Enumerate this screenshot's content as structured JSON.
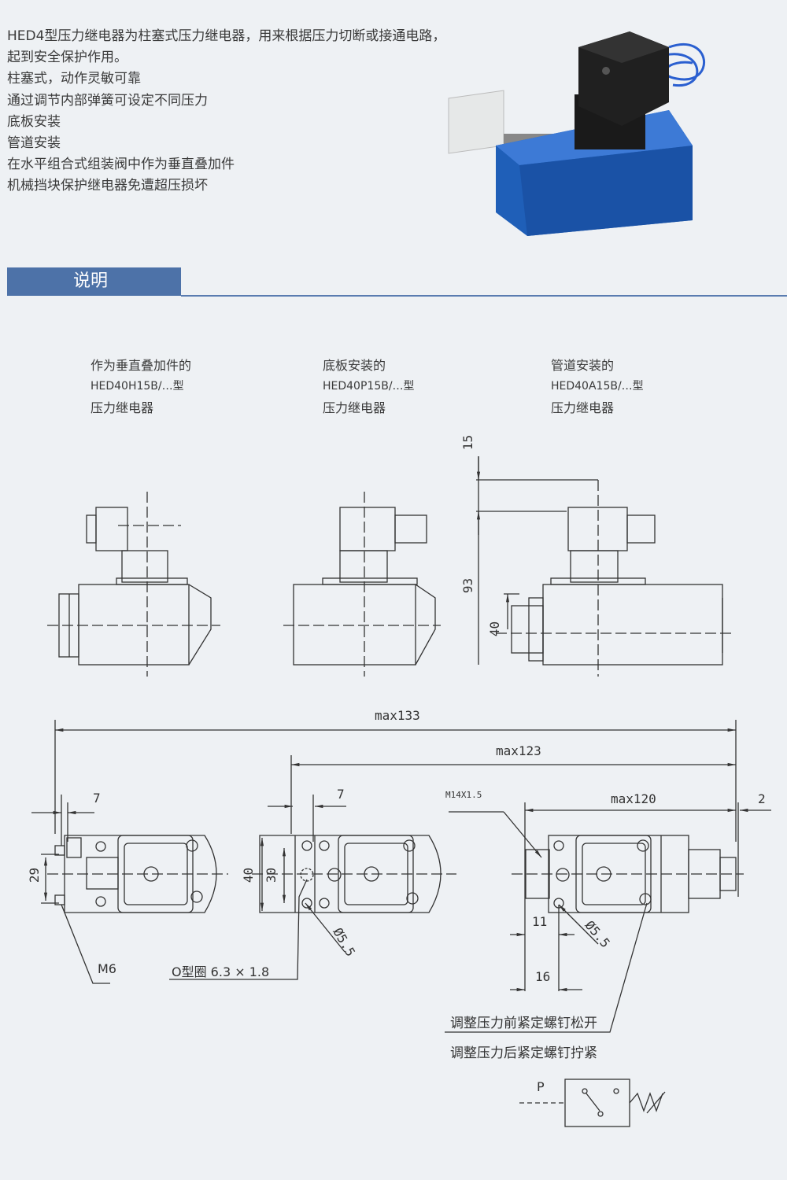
{
  "features": [
    "HED4型压力继电器为柱塞式压力继电器，用来根据压力切断或接通电路，",
    "起到安全保护作用。",
    "柱塞式，动作灵敏可靠",
    "通过调节内部弹簧可设定不同压力",
    "底板安装",
    "管道安装",
    "在水平组合式组装阀中作为垂直叠加件",
    "机械挡块保护继电器免遭超压损坏"
  ],
  "section_title": "说明",
  "variants": [
    {
      "line1": "作为垂直叠加件的",
      "model": "HED40H15B/…型",
      "line3": "压力继电器"
    },
    {
      "line1": "底板安装的",
      "model": "HED40P15B/…型",
      "line3": "压力继电器"
    },
    {
      "line1": "管道安装的",
      "model": "HED40A15B/…型",
      "line3": "压力继电器"
    }
  ],
  "dimensions": {
    "d15": "15",
    "d93": "93",
    "d40_side": "40",
    "max133": "max133",
    "max123": "max123",
    "max120": "max120",
    "d2": "2",
    "d7_a": "7",
    "d7_b": "7",
    "d29": "29",
    "d40": "40",
    "d30": "30",
    "dia_a": "Ø5.5",
    "dia_b": "Ø5.5",
    "thread": "M14X1.5",
    "d11": "11",
    "d16": "16"
  },
  "labels": {
    "m6": "M6",
    "oring": "O型圈 6.3 × 1.8",
    "note1": "调整压力前紧定螺钉松开",
    "note2": "调整压力后紧定螺钉拧紧",
    "port_p": "P"
  },
  "colors": {
    "accent": "#4d72a8",
    "product_blue": "#1f5fb8"
  }
}
